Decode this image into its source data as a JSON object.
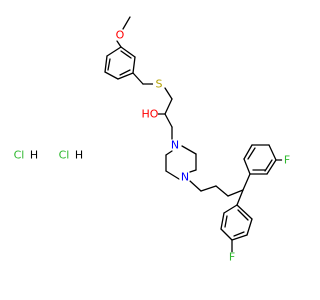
{
  "molecule": {
    "atom_labels": {
      "o_methoxy": "O",
      "s": "S",
      "ho": "HO",
      "n_top": "N",
      "n_bottom": "N",
      "f_upper": "F",
      "f_lower": "F"
    },
    "salt": {
      "cl_1": "Cl",
      "h_1": "H",
      "cl_2": "Cl",
      "h_2": "H"
    },
    "colors": {
      "bond": "#000000",
      "oxygen": "#ff0000",
      "sulfur": "#b3a000",
      "nitrogen": "#0000ff",
      "fluorine": "#2eb82e",
      "chlorine": "#2eb82e",
      "hydrogen": "#000000"
    }
  }
}
